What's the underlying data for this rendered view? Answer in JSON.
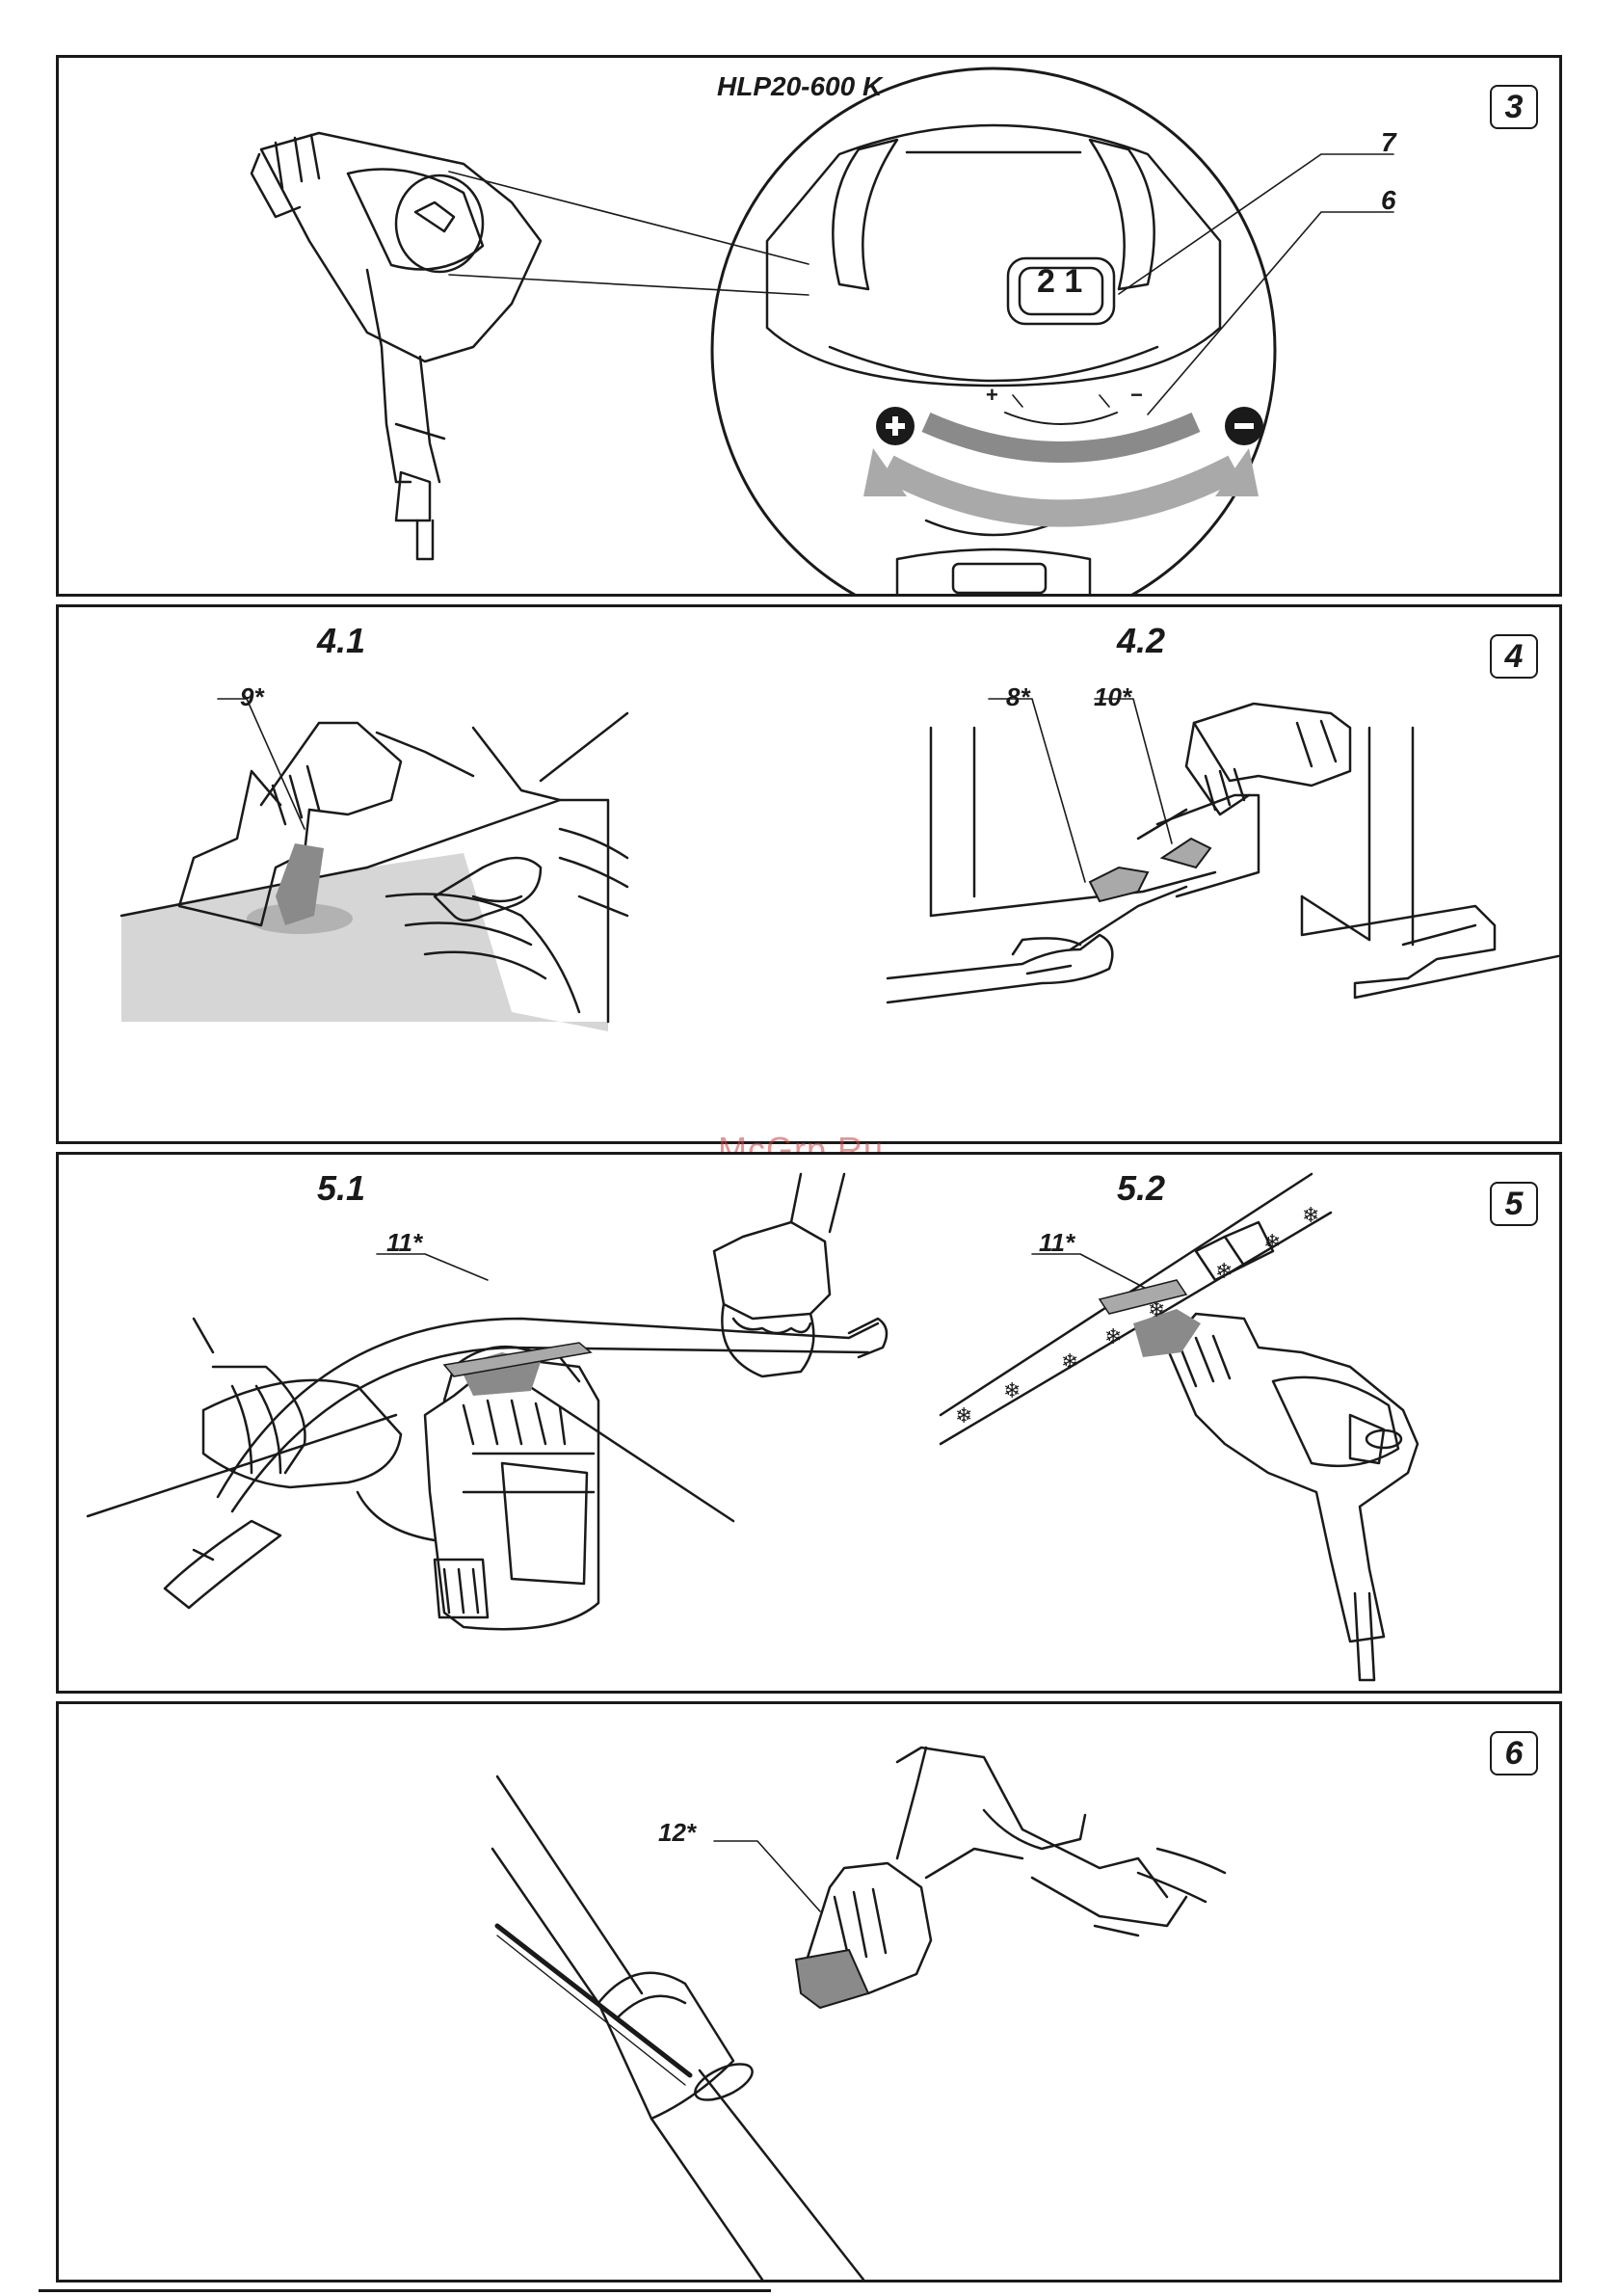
{
  "watermark": "McGrp.Ru",
  "panels": {
    "p3": {
      "number": "3",
      "model": "HLP20-600 K",
      "callout_7": "7",
      "callout_6": "6",
      "switch_text": "2 1",
      "plus_sign": "+",
      "minus_sign": "−"
    },
    "p4": {
      "number": "4",
      "fig_a": "4.1",
      "fig_b": "4.2",
      "callout_9": "9*",
      "callout_8": "8*",
      "callout_10": "10*"
    },
    "p5": {
      "number": "5",
      "fig_a": "5.1",
      "fig_b": "5.2",
      "callout_11a": "11*",
      "callout_11b": "11*"
    },
    "p6": {
      "number": "6",
      "callout_12": "12*"
    }
  },
  "colors": {
    "line": "#1a1a1a",
    "shade": "#d6d6d6",
    "arrow": "#a9a9a9",
    "mid": "#8a8a8a"
  }
}
